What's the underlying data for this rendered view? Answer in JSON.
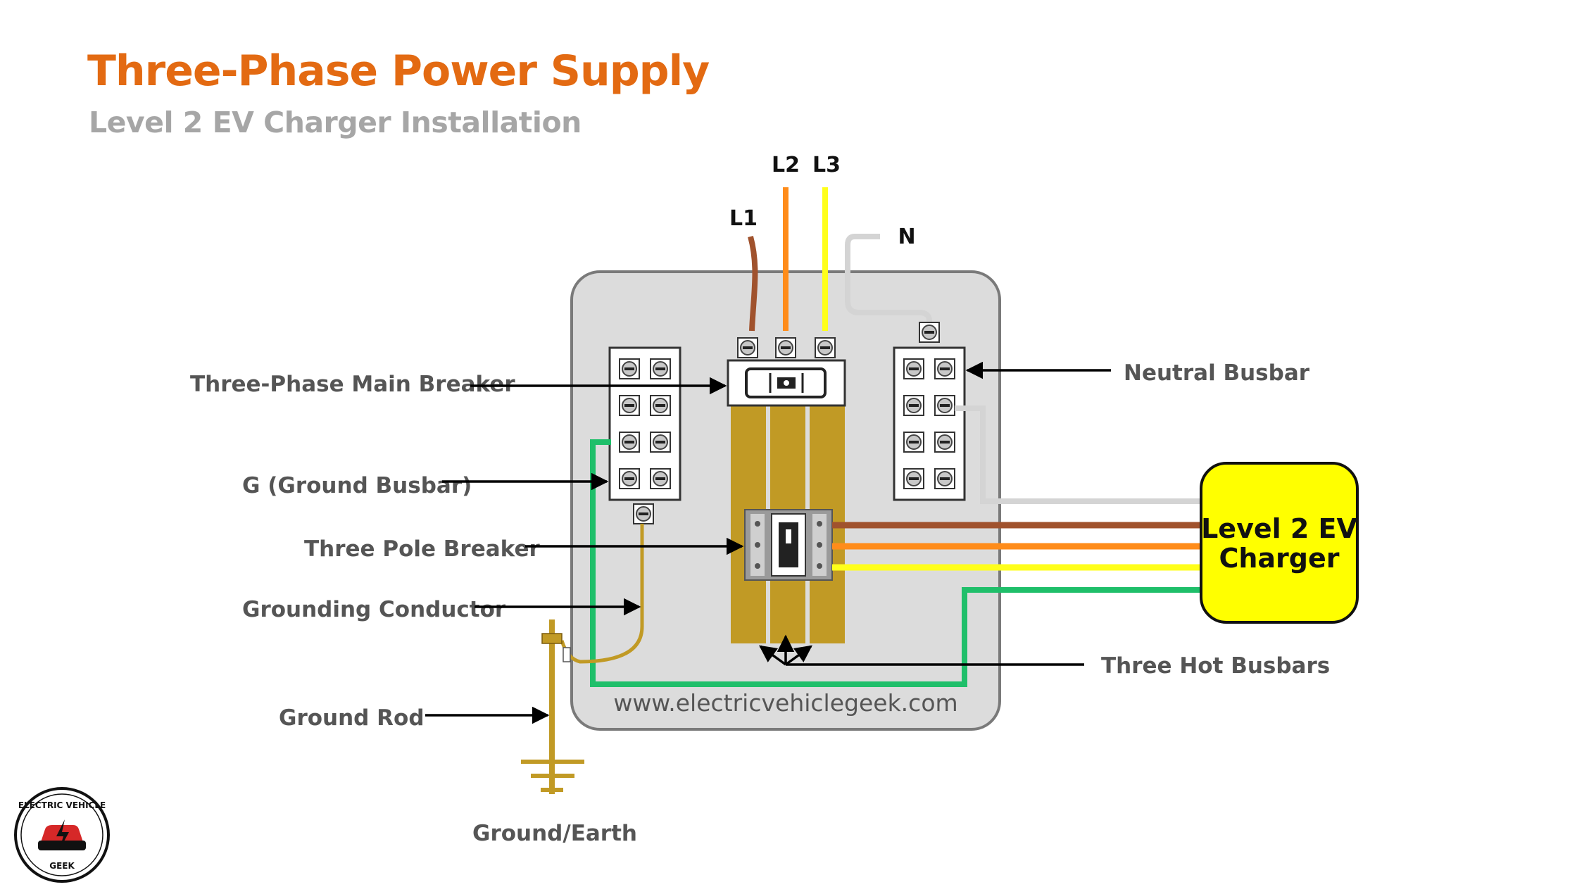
{
  "header": {
    "title": "Three-Phase Power Supply",
    "subtitle": "Level 2 EV Charger Installation"
  },
  "lines": {
    "l1": "L1",
    "l2": "L2",
    "l3": "L3",
    "n": "N"
  },
  "labels": {
    "main_breaker": "Three-Phase Main Breaker",
    "ground_busbar": "G (Ground Busbar)",
    "three_pole_breaker": "Three Pole Breaker",
    "grounding_conductor": "Grounding Conductor",
    "ground_rod": "Ground Rod",
    "ground_earth": "Ground/Earth",
    "neutral_busbar": "Neutral Busbar",
    "hot_busbars": "Three Hot Busbars"
  },
  "charger": {
    "line1": "Level 2 EV",
    "line2": "Charger"
  },
  "website": "www.electricvehiclegeek.com",
  "logo": {
    "top_text": "ELECTRIC VEHICLE",
    "bottom_text": "GEEK"
  },
  "colors": {
    "title": "#e36a12",
    "subtitle": "#a6a6a6",
    "l1_wire": "#a0522d",
    "l2_wire": "#ff8c1a",
    "l3_wire": "#ffff1a",
    "neutral_wire": "#d4d4d4",
    "ground_wire": "#1fbf6a",
    "busbar": "#c19a25",
    "panel": "#dcdcdc",
    "charger": "#ffff00"
  }
}
